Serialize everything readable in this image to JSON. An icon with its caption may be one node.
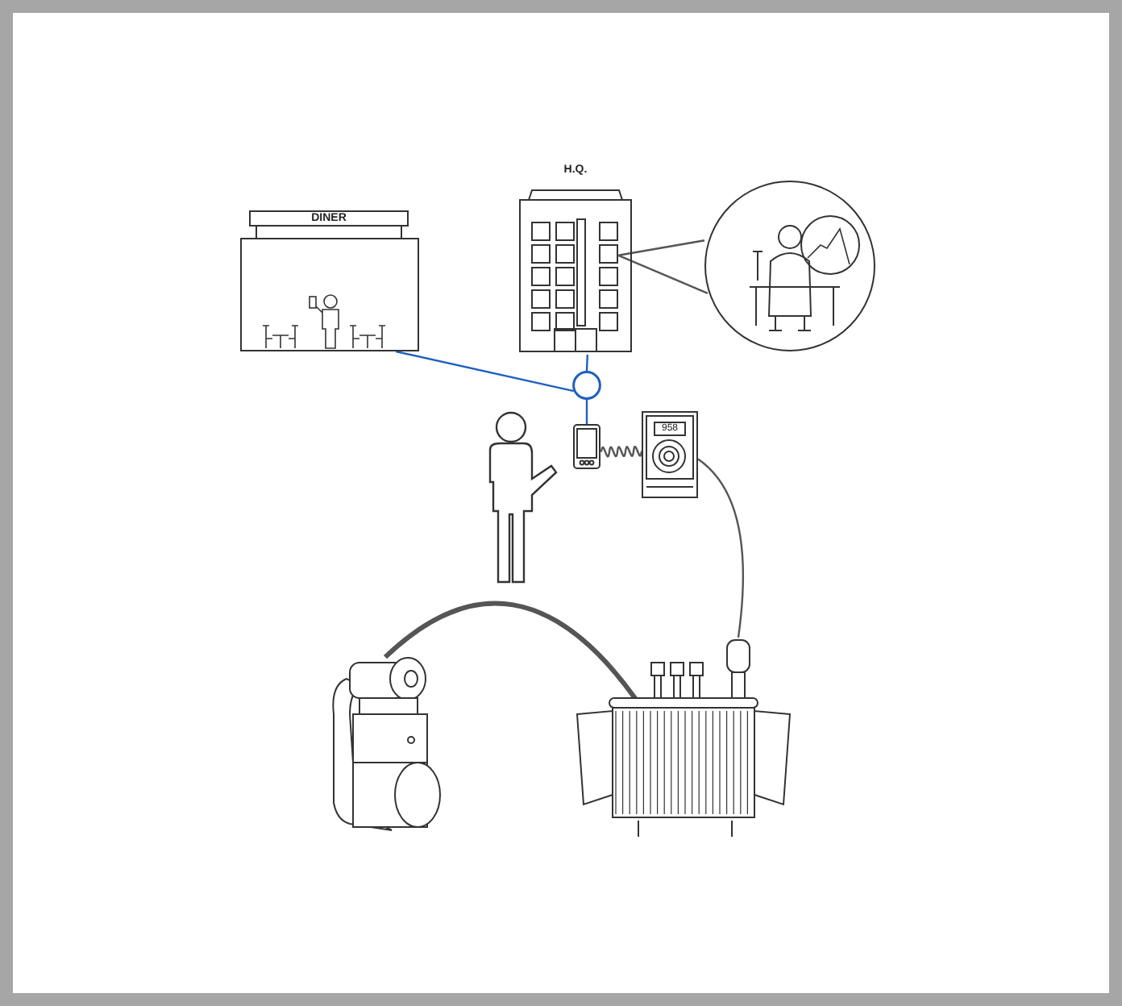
{
  "diagram": {
    "nodes": [
      {
        "text": [
          "DINER"
        ]
      },
      {
        "text": [
          "H.Q."
        ]
      },
      {
        "text": [],
        "shape": "picture"
      },
      {
        "text": [],
        "shape": "circle"
      },
      {
        "text": [],
        "shape": "person"
      },
      {
        "text": [],
        "shape": "picture"
      },
      {
        "text": [
          "958"
        ]
      },
      {
        "text": [],
        "shape": "picture"
      },
      {
        "text": [],
        "shape": "picture"
      }
    ],
    "edges": [
      {
        "from": 0,
        "to": 3,
        "arrow": "none",
        "color": "#1f5fbf"
      },
      {
        "from": 3,
        "to": 1,
        "arrow": "none",
        "color": "#1f5fbf"
      },
      {
        "from": 3,
        "to": 5,
        "arrow": "none",
        "color": "#1f5fbf"
      },
      {
        "from": 1,
        "to": 2,
        "arrow": "none"
      },
      {
        "from": 5,
        "to": 6,
        "arrow": "none"
      },
      {
        "from": 6,
        "to": 8,
        "arrow": "none"
      },
      {
        "from": 7,
        "to": 8,
        "arrow": "none",
        "style": "thick"
      }
    ]
  }
}
